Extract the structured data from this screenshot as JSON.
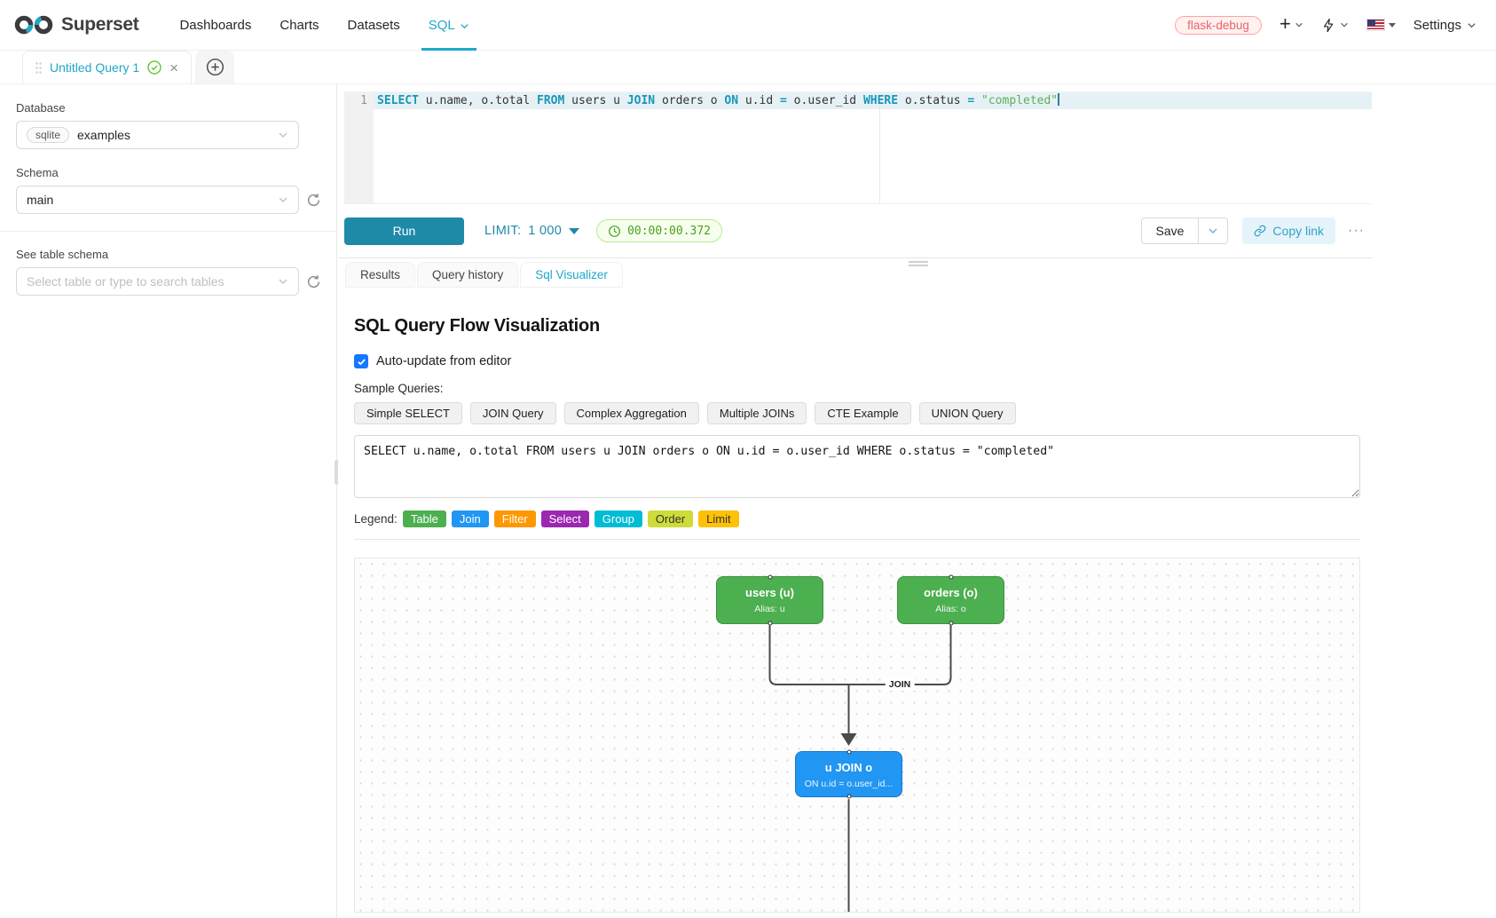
{
  "colors": {
    "accent": "#20a7c9",
    "run_button": "#1f89a8",
    "timer_green": "#49a11f",
    "env_badge_red": "#e8646a",
    "checkbox_blue": "#1677ff",
    "table_node_green": "#4caf50",
    "join_node_blue": "#2196f3"
  },
  "navbar": {
    "brand": "Superset",
    "items": [
      {
        "label": "Dashboards"
      },
      {
        "label": "Charts"
      },
      {
        "label": "Datasets"
      },
      {
        "label": "SQL"
      }
    ],
    "env_badge": "flask-debug",
    "settings_label": "Settings"
  },
  "tabstrip": {
    "active_tab_title": "Untitled Query 1"
  },
  "sidebar": {
    "database_label": "Database",
    "database_engine": "sqlite",
    "database_name": "examples",
    "schema_label": "Schema",
    "schema_value": "main",
    "table_schema_label": "See table schema",
    "table_search_placeholder": "Select table or type to search tables"
  },
  "editor": {
    "line_number": "1",
    "tokens": [
      {
        "t": "SELECT ",
        "c": "kw"
      },
      {
        "t": "u.name, o.total ",
        "c": "pl"
      },
      {
        "t": "FROM ",
        "c": "kw"
      },
      {
        "t": "users u ",
        "c": "pl"
      },
      {
        "t": "JOIN ",
        "c": "kw"
      },
      {
        "t": "orders o ",
        "c": "pl"
      },
      {
        "t": "ON ",
        "c": "kw"
      },
      {
        "t": "u.id ",
        "c": "pl"
      },
      {
        "t": "= ",
        "c": "op"
      },
      {
        "t": "o.user_id ",
        "c": "pl"
      },
      {
        "t": "WHERE ",
        "c": "kw"
      },
      {
        "t": "o.status ",
        "c": "pl"
      },
      {
        "t": "= ",
        "c": "op"
      },
      {
        "t": "\"completed\"",
        "c": "str"
      }
    ]
  },
  "toolbar": {
    "run_label": "Run",
    "limit_label": "LIMIT:",
    "limit_value": "1 000",
    "timer": "00:00:00.372",
    "save_label": "Save",
    "copy_link_label": "Copy link",
    "more_label": "···"
  },
  "south_tabs": [
    {
      "label": "Results"
    },
    {
      "label": "Query history"
    },
    {
      "label": "Sql Visualizer"
    }
  ],
  "visualizer": {
    "title": "SQL Query Flow Visualization",
    "auto_update_label": "Auto-update from editor",
    "auto_update_checked": true,
    "samples_label": "Sample Queries:",
    "sample_buttons": [
      "Simple SELECT",
      "JOIN Query",
      "Complex Aggregation",
      "Multiple JOINs",
      "CTE Example",
      "UNION Query"
    ],
    "query_text": "SELECT u.name, o.total FROM users u JOIN orders o ON u.id = o.user_id WHERE o.status = \"completed\"",
    "legend_label": "Legend:",
    "legend_items": [
      {
        "label": "Table",
        "color": "#4caf50",
        "text_color": "#ffffff"
      },
      {
        "label": "Join",
        "color": "#2196f3",
        "text_color": "#ffffff"
      },
      {
        "label": "Filter",
        "color": "#ff9800",
        "text_color": "#ffffff"
      },
      {
        "label": "Select",
        "color": "#9c27b0",
        "text_color": "#ffffff"
      },
      {
        "label": "Group",
        "color": "#00bcd4",
        "text_color": "#ffffff"
      },
      {
        "label": "Order",
        "color": "#cddc39",
        "text_color": "#333333"
      },
      {
        "label": "Limit",
        "color": "#ffc107",
        "text_color": "#333333"
      }
    ],
    "flow": {
      "edge_label": "JOIN",
      "nodes": [
        {
          "id": "users",
          "type": "table",
          "title": "users (u)",
          "subtitle": "Alias: u"
        },
        {
          "id": "orders",
          "type": "table",
          "title": "orders (o)",
          "subtitle": "Alias: o"
        },
        {
          "id": "join",
          "type": "join",
          "title": "u JOIN o",
          "subtitle": "ON u.id = o.user_id..."
        }
      ]
    }
  }
}
